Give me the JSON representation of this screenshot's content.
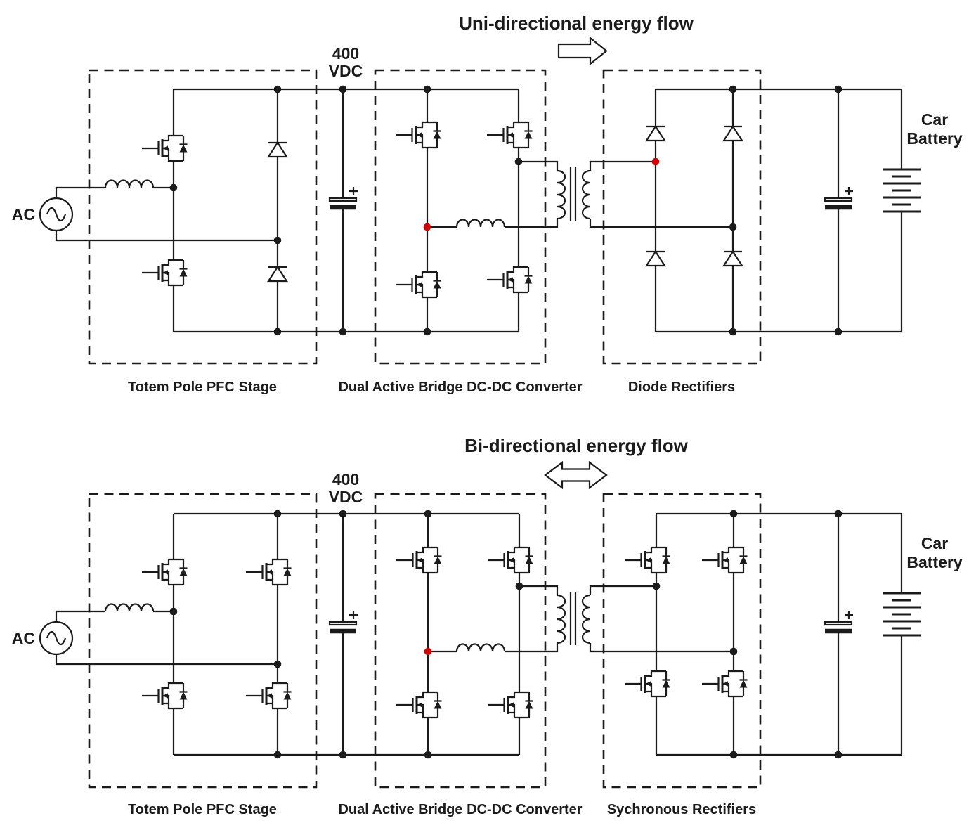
{
  "colors": {
    "line": "#1b1b1b",
    "accent_red": "#d40000",
    "background": "#ffffff"
  },
  "sections": [
    {
      "title": "Uni-directional energy flow",
      "flow_direction": "uni-directional",
      "dc_link_voltage": [
        "400",
        "VDC"
      ],
      "ac_source_label": "AC",
      "battery_label": [
        "Car",
        "Battery"
      ],
      "stages": [
        {
          "label": "Totem Pole PFC Stage"
        },
        {
          "label": "Dual Active Bridge DC-DC Converter"
        },
        {
          "label": "Diode Rectifiers"
        }
      ]
    },
    {
      "title": "Bi-directional energy flow",
      "flow_direction": "bi-directional",
      "dc_link_voltage": [
        "400",
        "VDC"
      ],
      "ac_source_label": "AC",
      "battery_label": [
        "Car",
        "Battery"
      ],
      "stages": [
        {
          "label": "Totem Pole PFC Stage"
        },
        {
          "label": "Dual Active Bridge DC-DC Converter"
        },
        {
          "label": "Sychronous Rectifiers"
        }
      ]
    }
  ]
}
